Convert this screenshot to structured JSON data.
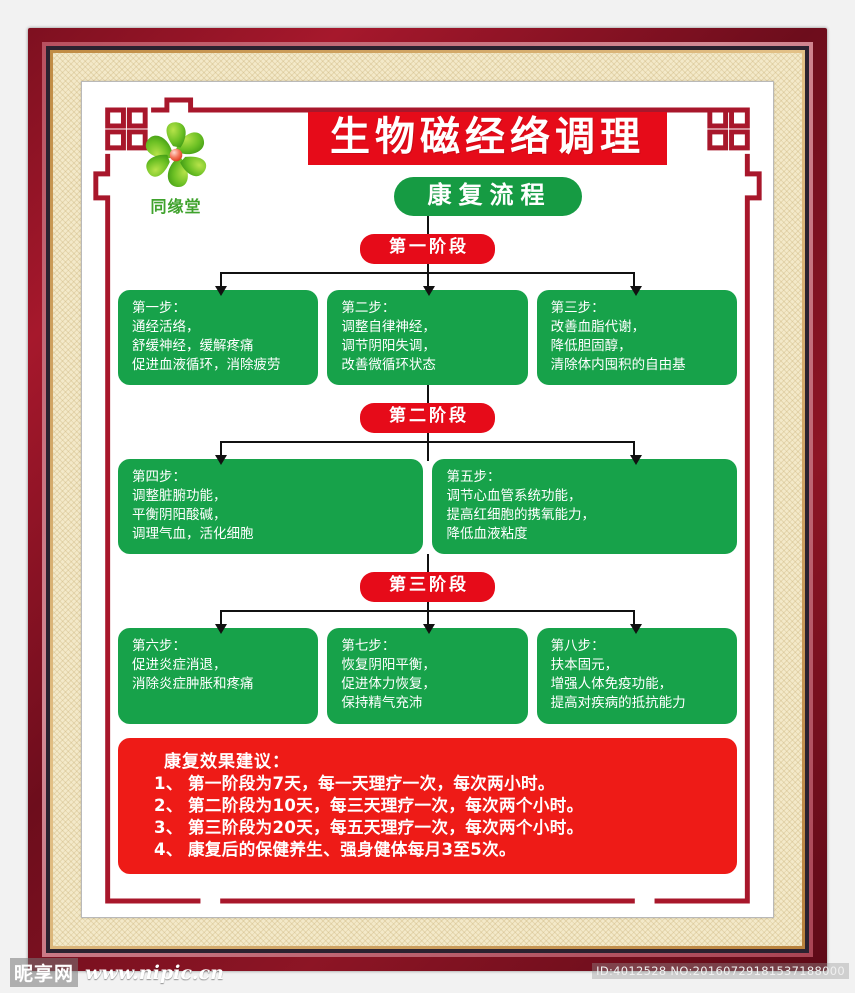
{
  "poster": {
    "logo": {
      "icon": "trefoil-leaf-logo",
      "brand_text": "同缘堂"
    },
    "main_title": "生物磁经络调理",
    "sub_title": "康复流程",
    "colors": {
      "red": "#e60b19",
      "green": "#17A24A",
      "sub_green": "#169b43",
      "rec_red": "#ee1b17",
      "frame": "#7e1020",
      "mat": "#f3e9c9"
    },
    "stages": [
      {
        "badge": "第一阶段",
        "steps": [
          {
            "head": "第一步：",
            "lines": [
              "通经活络，",
              "舒缓神经，缓解疼痛",
              "促进血液循环，消除疲劳"
            ]
          },
          {
            "head": "第二步：",
            "lines": [
              "调整自律神经，",
              "调节阴阳失调，",
              "改善微循环状态"
            ]
          },
          {
            "head": "第三步：",
            "lines": [
              "改善血脂代谢，",
              "降低胆固醇，",
              "清除体内囤积的自由基"
            ]
          }
        ]
      },
      {
        "badge": "第二阶段",
        "steps": [
          {
            "head": "第四步：",
            "lines": [
              "调整脏腑功能，",
              "平衡阴阳酸碱，",
              "调理气血，活化细胞"
            ]
          },
          {
            "head": "第五步：",
            "lines": [
              "调节心血管系统功能，",
              "提高红细胞的携氧能力，",
              "降低血液粘度"
            ]
          }
        ]
      },
      {
        "badge": "第三阶段",
        "steps": [
          {
            "head": "第六步：",
            "lines": [
              "促进炎症消退，",
              "消除炎症肿胀和疼痛"
            ]
          },
          {
            "head": "第七步：",
            "lines": [
              "恢复阴阳平衡，",
              "促进体力恢复，",
              "保持精气充沛"
            ]
          },
          {
            "head": "第八步：",
            "lines": [
              "扶本固元，",
              "增强人体免疫功能，",
              "提高对疾病的抵抗能力"
            ]
          }
        ]
      }
    ],
    "recommendations": {
      "title": "康复效果建议：",
      "items": [
        {
          "num": "1、",
          "text": "第一阶段为7天，每一天理疗一次，每次两小时。"
        },
        {
          "num": "2、",
          "text": "第二阶段为10天，每三天理疗一次，每次两个小时。"
        },
        {
          "num": "3、",
          "text": "第三阶段为20天，每五天理疗一次，每次两个小时。"
        },
        {
          "num": "4、",
          "text": "康复后的保健养生、强身健体每月3至5次。"
        }
      ]
    }
  },
  "watermark": {
    "logo_text": "昵享网",
    "url": "www.nipic.cn",
    "id_text": "ID:4012528 NO:20160729181537188000"
  }
}
